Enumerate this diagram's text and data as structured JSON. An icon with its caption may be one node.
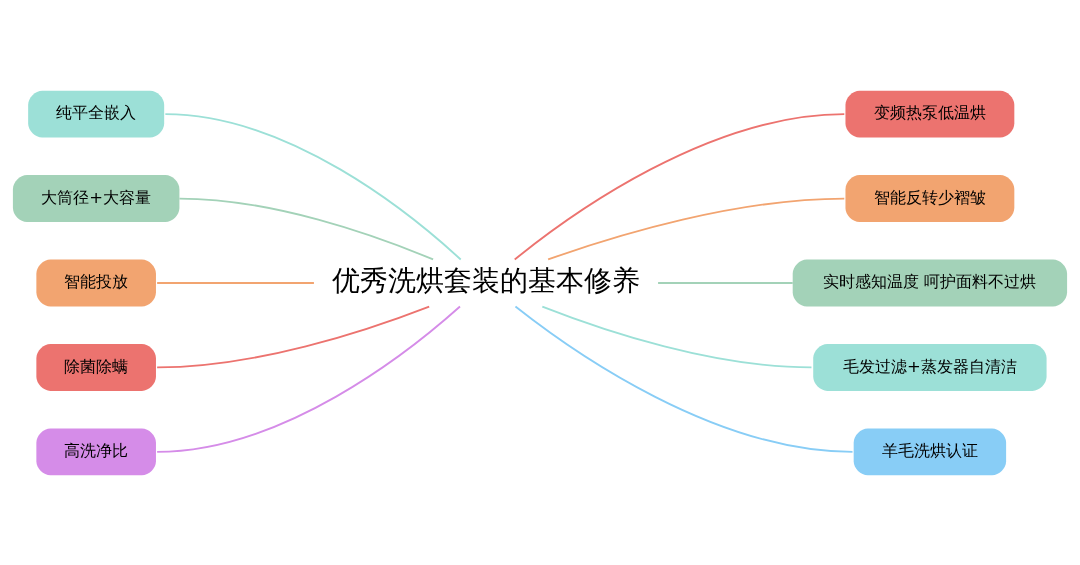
{
  "diagram": {
    "nodes": [
      {
        "text": [
          "优秀洗烘套装的基本修养"
        ]
      },
      {
        "text": [
          "纯平全嵌入"
        ]
      },
      {
        "text": [
          "大筒径+大容量"
        ]
      },
      {
        "text": [
          "智能投放"
        ]
      },
      {
        "text": [
          "除菌除螨"
        ]
      },
      {
        "text": [
          "高洗净比"
        ]
      },
      {
        "text": [
          "变频热泵低温烘"
        ]
      },
      {
        "text": [
          "智能反转少褶皱"
        ]
      },
      {
        "text": [
          "实时感知温度 呵护面料不过烘"
        ]
      },
      {
        "text": [
          "毛发过滤+蒸发器自清洁"
        ]
      },
      {
        "text": [
          "羊毛洗烘认证"
        ]
      }
    ],
    "edges": [
      {
        "from": 0,
        "to": 1,
        "arrow": "none",
        "color": "#9ce0d7"
      },
      {
        "from": 0,
        "to": 2,
        "arrow": "none",
        "color": "#a3d2b8"
      },
      {
        "from": 0,
        "to": 3,
        "arrow": "none",
        "color": "#f2a470"
      },
      {
        "from": 0,
        "to": 4,
        "arrow": "none",
        "color": "#ec736f"
      },
      {
        "from": 0,
        "to": 5,
        "arrow": "none",
        "color": "#d58ce8"
      },
      {
        "from": 0,
        "to": 6,
        "arrow": "none",
        "color": "#ec736f"
      },
      {
        "from": 0,
        "to": 7,
        "arrow": "none",
        "color": "#f2a470"
      },
      {
        "from": 0,
        "to": 8,
        "arrow": "none",
        "color": "#a3d2b8"
      },
      {
        "from": 0,
        "to": 9,
        "arrow": "none",
        "color": "#9ce0d7"
      },
      {
        "from": 0,
        "to": 10,
        "arrow": "none",
        "color": "#88cdf6"
      }
    ]
  }
}
